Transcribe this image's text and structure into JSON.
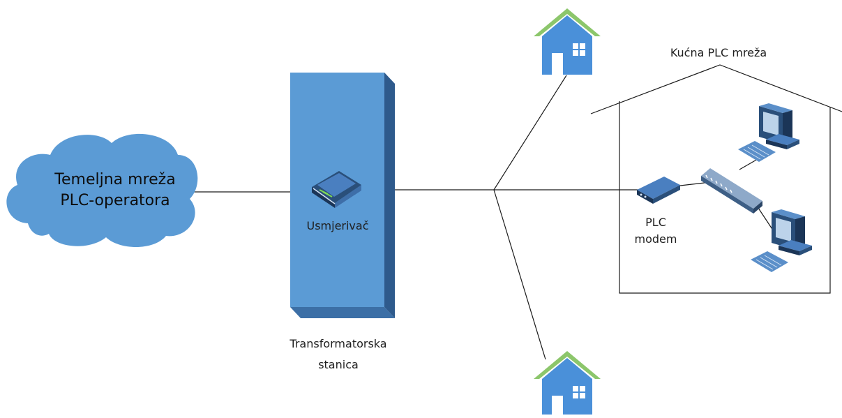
{
  "cloud": {
    "line1": "Temeljna mreža",
    "line2": "PLC-operatora"
  },
  "router": {
    "label": "Usmjerivač"
  },
  "substation": {
    "line1": "Transformatorska",
    "line2": "stanica"
  },
  "home_network": {
    "label": "Kućna PLC mreža"
  },
  "plc_modem": {
    "line1": "PLC",
    "line2": "modem"
  },
  "colors": {
    "cloud": "#5b9bd5",
    "substation_front": "#5b9bd5",
    "substation_side": "#2e5a8c",
    "house_body": "#4a90d9",
    "house_roof": "#8cc66b",
    "line": "#1a1a1a"
  }
}
